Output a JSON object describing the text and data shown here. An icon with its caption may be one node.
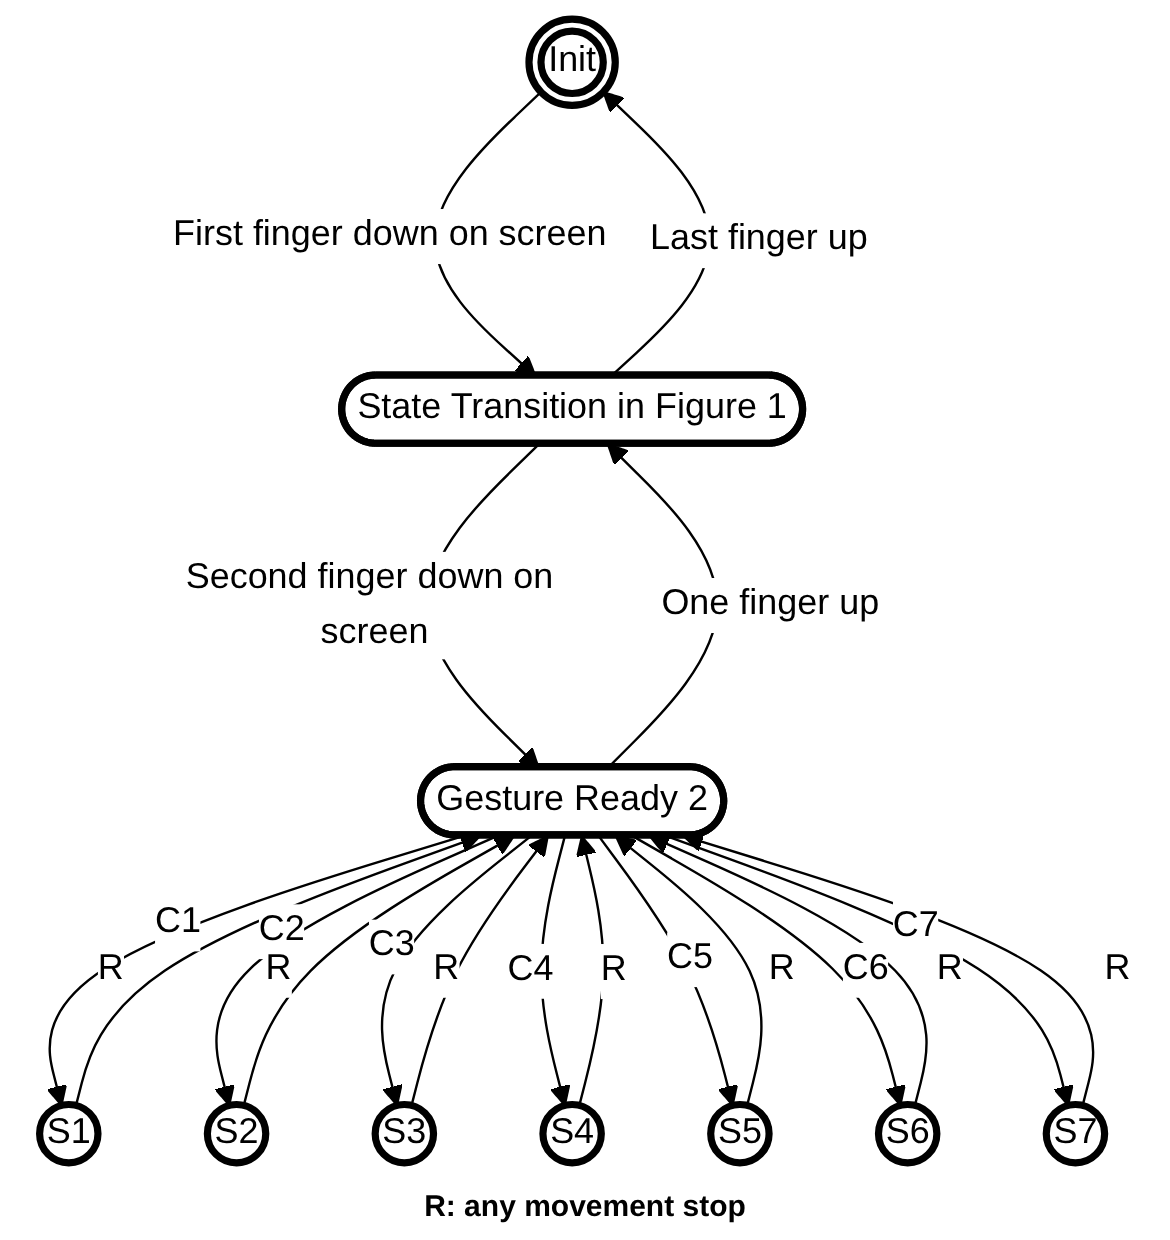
{
  "diagram": {
    "nodes": [
      {
        "text": [
          "Init"
        ]
      },
      {
        "text": [
          "State Transition in Figure 1"
        ]
      },
      {
        "text": [
          "Gesture Ready 2"
        ]
      },
      {
        "text": [
          "S1"
        ]
      },
      {
        "text": [
          "S2"
        ]
      },
      {
        "text": [
          "S3"
        ]
      },
      {
        "text": [
          "S4"
        ]
      },
      {
        "text": [
          "S5"
        ]
      },
      {
        "text": [
          "S6"
        ]
      },
      {
        "text": [
          "S7"
        ]
      }
    ],
    "edges": [
      {
        "from": 0,
        "to": 1,
        "arrow": "to",
        "label": "First finger down on screen"
      },
      {
        "from": 1,
        "to": 0,
        "arrow": "to",
        "label": "Last finger up"
      },
      {
        "from": 1,
        "to": 2,
        "arrow": "to",
        "label": "Second finger down on screen"
      },
      {
        "from": 2,
        "to": 1,
        "arrow": "to",
        "label": "One finger up"
      },
      {
        "from": 2,
        "to": 3,
        "arrow": "to",
        "label": "C1"
      },
      {
        "from": 3,
        "to": 2,
        "arrow": "to",
        "label": "R"
      },
      {
        "from": 2,
        "to": 4,
        "arrow": "to",
        "label": "C2"
      },
      {
        "from": 4,
        "to": 2,
        "arrow": "to",
        "label": "R"
      },
      {
        "from": 2,
        "to": 5,
        "arrow": "to",
        "label": "C3"
      },
      {
        "from": 5,
        "to": 2,
        "arrow": "to",
        "label": "R"
      },
      {
        "from": 2,
        "to": 6,
        "arrow": "to",
        "label": "C4"
      },
      {
        "from": 6,
        "to": 2,
        "arrow": "to",
        "label": "R"
      },
      {
        "from": 2,
        "to": 7,
        "arrow": "to",
        "label": "C5"
      },
      {
        "from": 7,
        "to": 2,
        "arrow": "to",
        "label": "R"
      },
      {
        "from": 2,
        "to": 8,
        "arrow": "to",
        "label": "C6"
      },
      {
        "from": 8,
        "to": 2,
        "arrow": "to",
        "label": "R"
      },
      {
        "from": 2,
        "to": 9,
        "arrow": "to",
        "label": "C7"
      },
      {
        "from": 9,
        "to": 2,
        "arrow": "to",
        "label": "R"
      }
    ],
    "labels": [
      "R: any movement stop"
    ]
  }
}
